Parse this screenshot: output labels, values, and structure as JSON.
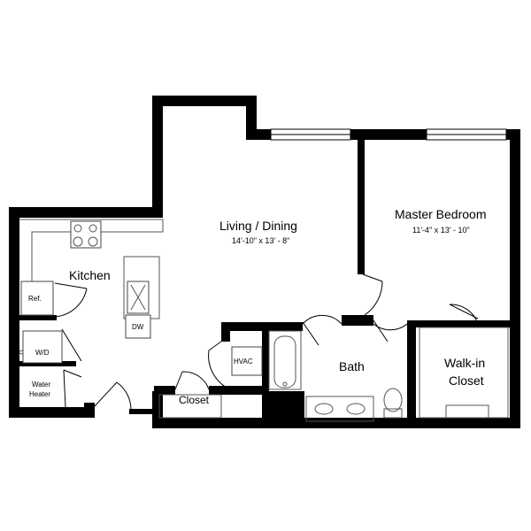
{
  "rooms": {
    "living": {
      "name": "Living / Dining",
      "dims": "14'-10\" x 13' - 8\""
    },
    "bedroom": {
      "name": "Master Bedroom",
      "dims": "11'-4\" x 13' - 10\""
    },
    "kitchen": {
      "name": "Kitchen"
    },
    "bath": {
      "name": "Bath"
    },
    "walkin": {
      "name_line1": "Walk-in",
      "name_line2": "Closet"
    },
    "closet": {
      "name": "Closet"
    }
  },
  "fixtures": {
    "ref": "Ref.",
    "dw": "DW",
    "wd": "W/D",
    "water_heater_line1": "Water",
    "water_heater_line2": "Heater",
    "hvac": "HVAC"
  }
}
